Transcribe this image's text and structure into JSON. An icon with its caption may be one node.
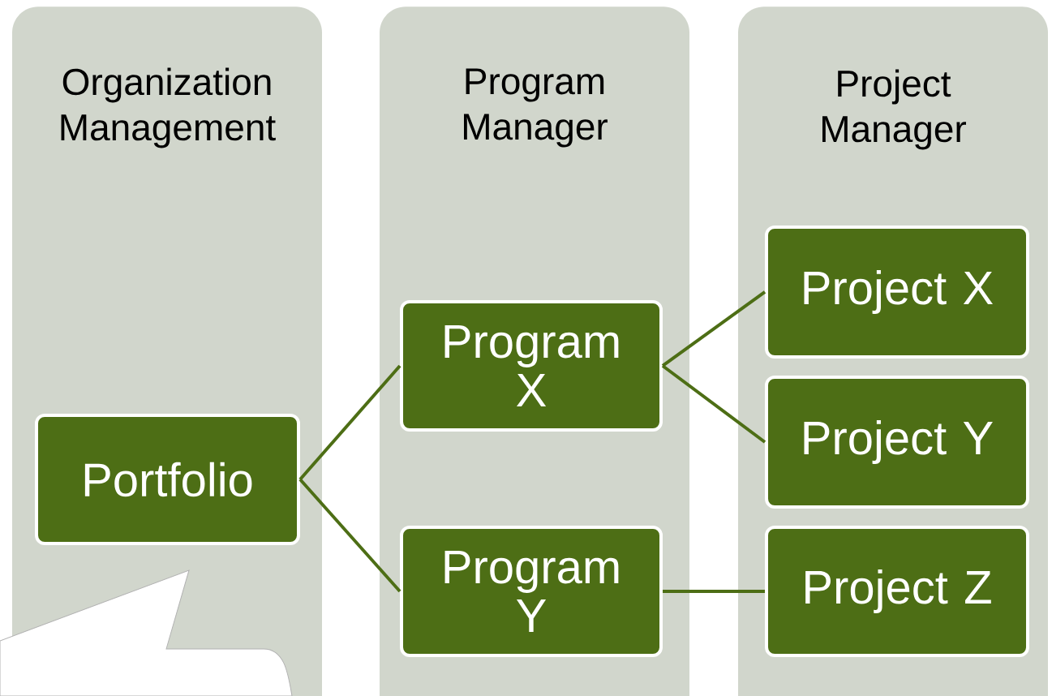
{
  "diagram": {
    "nodes": [
      {
        "text": [
          "Organization Management"
        ]
      },
      {
        "text": [
          "Program Manager"
        ]
      },
      {
        "text": [
          "Project Manager"
        ]
      },
      {
        "text": [
          "Portfolio"
        ],
        "in": 0
      },
      {
        "text": [
          "Program X"
        ],
        "in": 1
      },
      {
        "text": [
          "Program Y"
        ],
        "in": 1
      },
      {
        "text": [
          "Project X"
        ],
        "in": 2
      },
      {
        "text": [
          "Project Y"
        ],
        "in": 2
      },
      {
        "text": [
          "Project Z"
        ],
        "in": 2
      }
    ],
    "edges": [
      {
        "from": 3,
        "to": 4,
        "arrow": "none"
      },
      {
        "from": 3,
        "to": 5,
        "arrow": "none"
      },
      {
        "from": 4,
        "to": 6,
        "arrow": "none"
      },
      {
        "from": 4,
        "to": 7,
        "arrow": "none"
      },
      {
        "from": 5,
        "to": 8,
        "arrow": "none"
      }
    ]
  }
}
